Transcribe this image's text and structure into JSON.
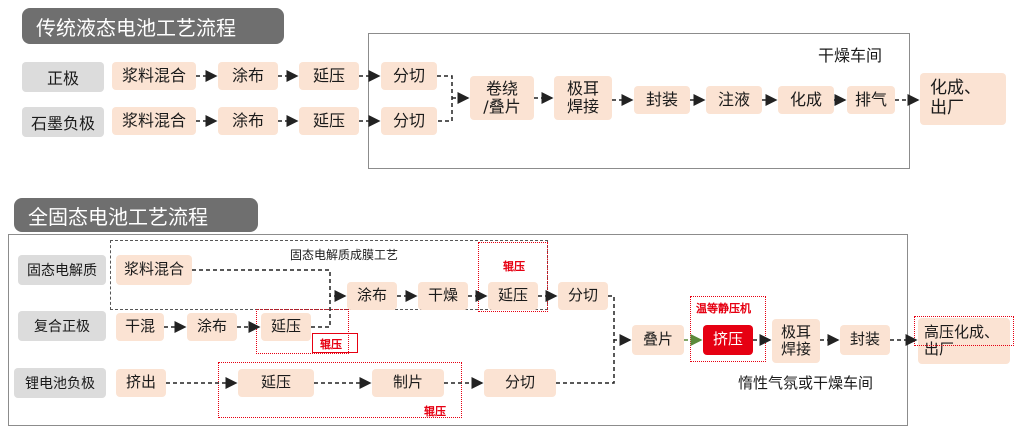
{
  "traditional": {
    "title": "传统液态电池工艺流程",
    "dry_room": "干燥车间",
    "cathode_label": "正极",
    "anode_label": "石墨负极",
    "steps": {
      "slurry_top": "浆料混合",
      "coat_top": "涂布",
      "press_top": "延压",
      "cut_top": "分切",
      "slurry_bot": "浆料混合",
      "coat_bot": "涂布",
      "press_bot": "延压",
      "cut_bot": "分切",
      "wind_l1": "卷绕",
      "wind_l2": "/叠片",
      "weld_l1": "极耳",
      "weld_l2": "焊接",
      "seal": "封装",
      "inject": "注液",
      "formation": "化成",
      "exhaust": "排气",
      "out_l1": "化成、",
      "out_l2": "出厂"
    }
  },
  "solid": {
    "title": "全固态电池工艺流程",
    "electrolyte_label": "固态电解质",
    "composite_label": "复合正极",
    "lithium_label": "锂电池负极",
    "film_process": "固态电解质成膜工艺",
    "room": "惰性气氛或干燥车间",
    "roll_press": "辊压",
    "iso_press": "温等静压机",
    "steps": {
      "slurry": "浆料混合",
      "coat": "涂布",
      "dry": "干燥",
      "press": "延压",
      "cut": "分切",
      "dry_mix": "干混",
      "coat2": "涂布",
      "press2": "延压",
      "extrude": "挤出",
      "press3": "延压",
      "sheet": "制片",
      "cut2": "分切",
      "stack": "叠片",
      "squeeze": "挤压",
      "weld_l1": "极耳",
      "weld_l2": "焊接",
      "seal": "封装",
      "out_l1": "高压化成、",
      "out_l2": "出厂"
    }
  }
}
